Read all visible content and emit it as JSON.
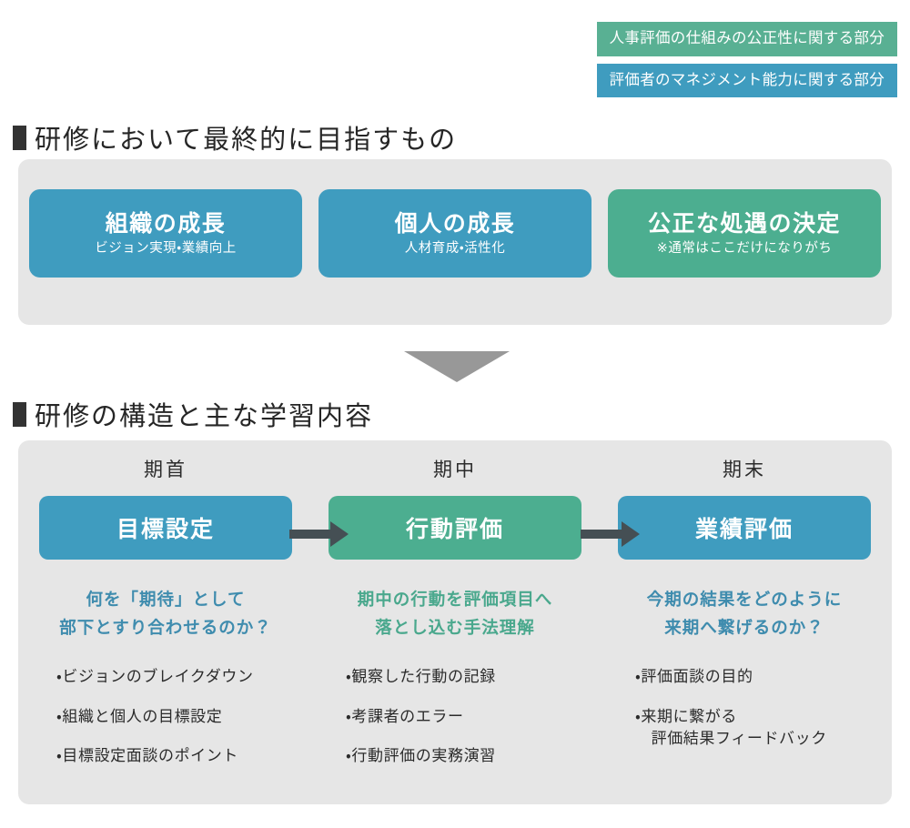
{
  "legend": {
    "items": [
      {
        "label": "人事評価の仕組みの公正性に関する部分",
        "color": "#59b093"
      },
      {
        "label": "評価者のマネジメント能力に関する部分",
        "color": "#3f9cbf"
      }
    ]
  },
  "sections": {
    "goal": {
      "heading": "研修において最終的に目指すもの",
      "cards": [
        {
          "title": "組織の成長",
          "subtitle": "ビジョン実現・業績向上",
          "color": "#3f9cbf"
        },
        {
          "title": "個人の成長",
          "subtitle": "人材育成・活性化",
          "color": "#3f9cbf"
        },
        {
          "title": "公正な処遇の決定",
          "subtitle": "※通常はここだけになりがち",
          "color": "#4cae90"
        }
      ]
    },
    "structure": {
      "heading": "研修の構造と主な学習内容",
      "columns": [
        {
          "phase": "期首",
          "box_label": "目標設定",
          "box_color": "#3f9cbf",
          "description": "何を「期待」として\n部下とすり合わせるのか？",
          "description_color": "#3f8cae",
          "points": [
            "・ビジョンのブレイクダウン",
            "・組織と個人の目標設定",
            "・目標設定面談のポイント"
          ]
        },
        {
          "phase": "期中",
          "box_label": "行動評価",
          "box_color": "#4cae90",
          "description": "期中の行動を評価項目へ\n落とし込む手法理解",
          "description_color": "#4aa88d",
          "points": [
            "・観察した行動の記録",
            "・考課者のエラー",
            "・行動評価の実務演習"
          ]
        },
        {
          "phase": "期末",
          "box_label": "業績評価",
          "box_color": "#3f9cbf",
          "description": "今期の結果をどのように\n来期へ繋げるのか？",
          "description_color": "#3f8cae",
          "points": [
            "・評価面談の目的",
            "・来期に繋がる\n　評価結果フィードバック"
          ]
        }
      ]
    }
  }
}
